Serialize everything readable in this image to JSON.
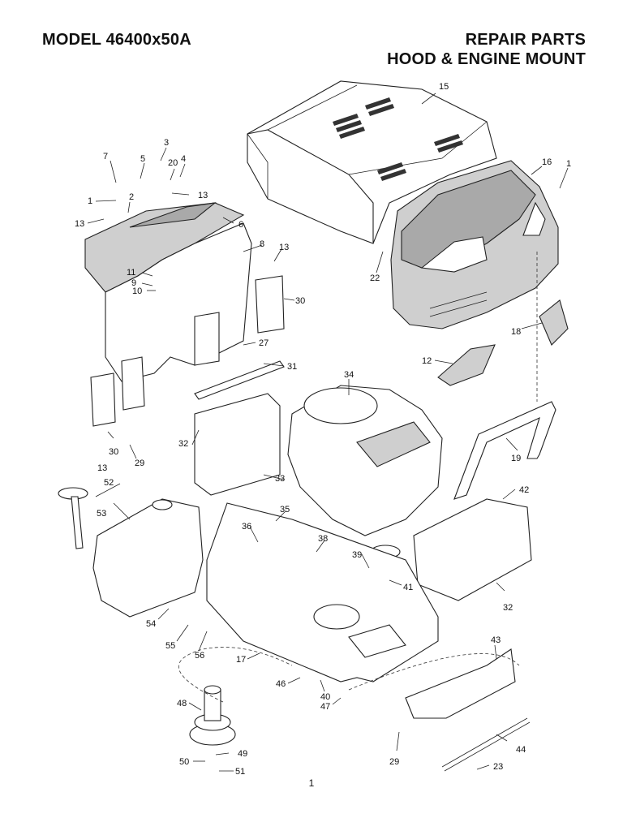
{
  "header": {
    "model": "MODEL 46400x50A",
    "section": "REPAIR PARTS",
    "subsection": "HOOD & ENGINE MOUNT"
  },
  "page_number": "1",
  "callouts": {
    "c1a": "1",
    "c1b": "1",
    "c2": "2",
    "c3": "3",
    "c4": "4",
    "c5": "5",
    "c6": "6",
    "c7": "7",
    "c8": "8",
    "c9": "9",
    "c10": "10",
    "c11": "11",
    "c12": "12",
    "c13a": "13",
    "c13b": "13",
    "c13c": "13",
    "c13d": "13",
    "c15": "15",
    "c16": "16",
    "c17": "17",
    "c18": "18",
    "c19": "19",
    "c20": "20",
    "c22": "22",
    "c23": "23",
    "c27": "27",
    "c29a": "29",
    "c29b": "29",
    "c30a": "30",
    "c30b": "30",
    "c31": "31",
    "c32a": "32",
    "c32b": "32",
    "c33": "33",
    "c34": "34",
    "c35": "35",
    "c36": "36",
    "c38": "38",
    "c39": "39",
    "c40": "40",
    "c41": "41",
    "c42": "42",
    "c43": "43",
    "c44": "44",
    "c46": "46",
    "c47": "47",
    "c48": "48",
    "c49": "49",
    "c50": "50",
    "c51": "51",
    "c52": "52",
    "c53": "53",
    "c54": "54",
    "c55": "55",
    "c56": "56"
  }
}
